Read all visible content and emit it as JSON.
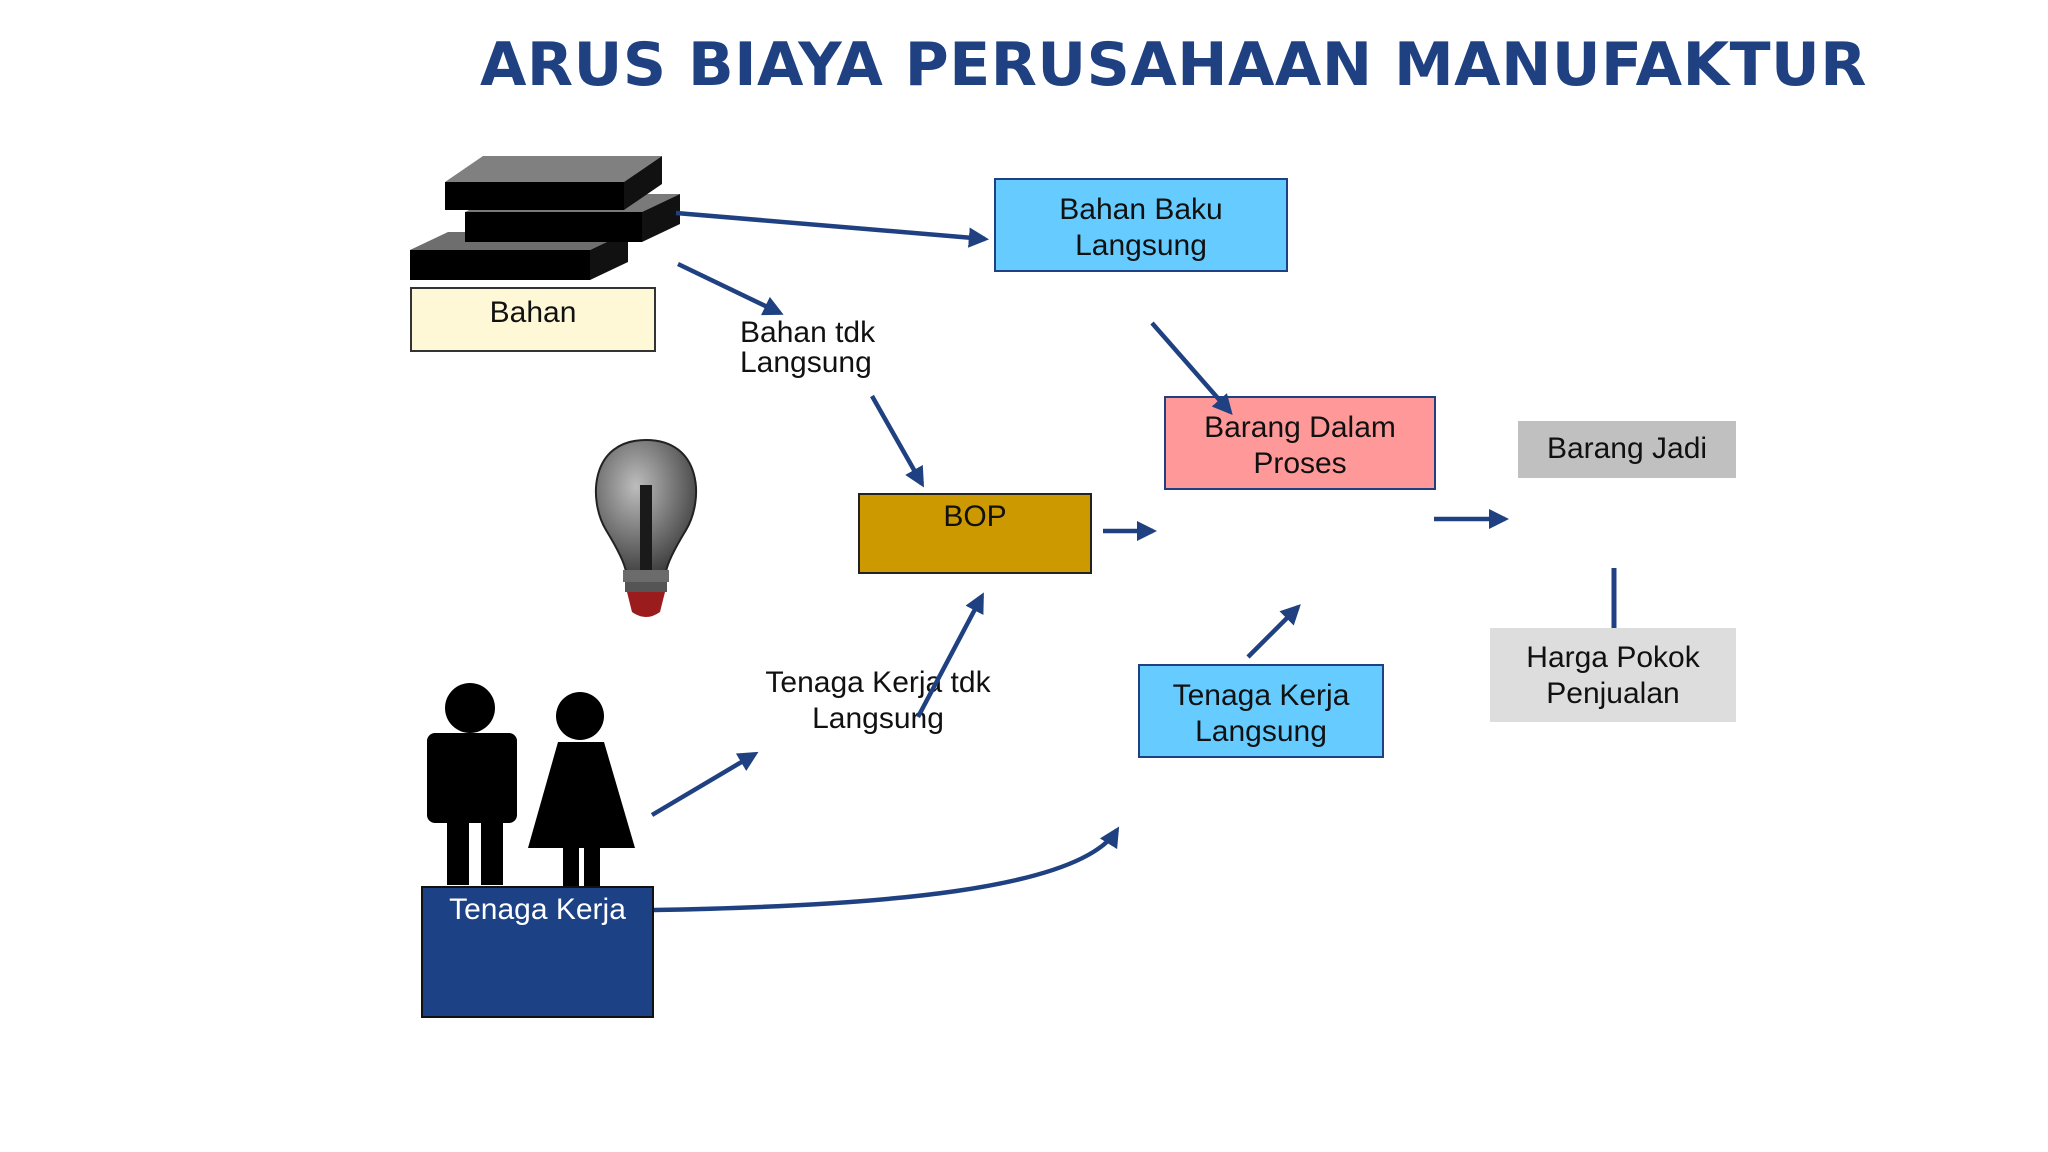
{
  "title": "ARUS BIAYA PERUSAHAAN MANUFAKTUR",
  "nodes": {
    "bahan": "Bahan",
    "bahan_baku_langsung": [
      "Bahan Baku",
      "Langsung"
    ],
    "bahan_tdk_langsung": [
      "Bahan tdk",
      "Langsung"
    ],
    "barang_dalam_proses": [
      "Barang Dalam",
      "Proses"
    ],
    "barang_jadi": "Barang Jadi",
    "bop": "BOP",
    "tenaga_kerja_tdk_langsung": [
      "Tenaga Kerja tdk",
      "Langsung"
    ],
    "tenaga_kerja_langsung": [
      "Tenaga Kerja",
      "Langsung"
    ],
    "harga_pokok_penjualan": [
      "Harga Pokok",
      "Penjualan"
    ],
    "tenaga_kerja": "Tenaga Kerja"
  },
  "icons": [
    "material-stack-icon",
    "light-bulb-icon",
    "workers-icon"
  ],
  "colors": {
    "title": "#1f4181",
    "arrow": "#1f4181",
    "bahan_fill": "#fff8d6",
    "bahan_baku_fill": "#66ccff",
    "barang_dalam_proses_fill": "#ff9999",
    "barang_jadi_fill": "#c0c0c0",
    "bop_fill": "#cc9900",
    "tenaga_kerja_langsung_fill": "#66ccff",
    "harga_pokok_fill": "#dddddd",
    "tenaga_kerja_fill": "#1d4185"
  }
}
